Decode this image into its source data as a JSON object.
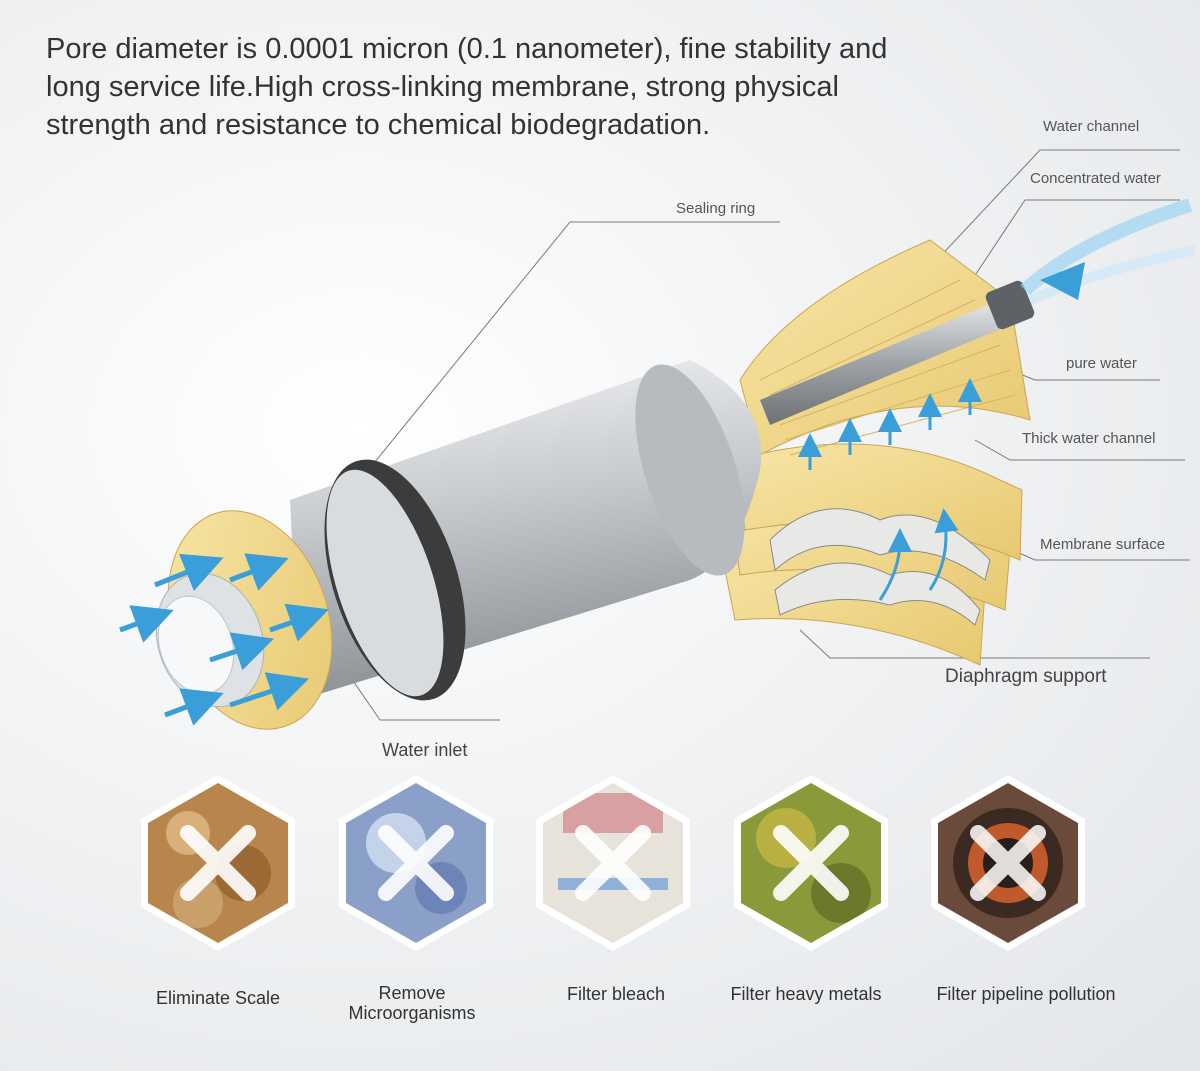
{
  "headline": "Pore diameter is 0.0001 micron (0.1 nanometer), fine stability and long service life.High cross-linking membrane, strong physical strength and resistance to chemical biodegradation.",
  "labels": {
    "water_channel": "Water channel",
    "concentrated_water": "Concentrated water",
    "sealing_ring": "Sealing ring",
    "pure_water": "pure water",
    "thick_water_channel": "Thick water channel",
    "membrane_surface": "Membrane surface",
    "diaphragm_support": "Diaphragm support",
    "water_inlet": "Water inlet"
  },
  "features": [
    {
      "label": "Eliminate Scale",
      "icon": "scale-deposit-icon"
    },
    {
      "label": "Remove\nMicroorganisms",
      "icon": "microorganism-icon"
    },
    {
      "label": "Filter bleach",
      "icon": "bleach-icon"
    },
    {
      "label": "Filter heavy metals",
      "icon": "heavy-metal-icon"
    },
    {
      "label": "Filter pipeline pollution",
      "icon": "pipeline-pollution-icon"
    }
  ],
  "colors": {
    "membrane_yellow": "#f0d890",
    "arrow_blue": "#3a9ed8",
    "tube_silver": "#c9ccd0",
    "seal_dark": "#3c3c3c",
    "label_text": "#555555"
  }
}
